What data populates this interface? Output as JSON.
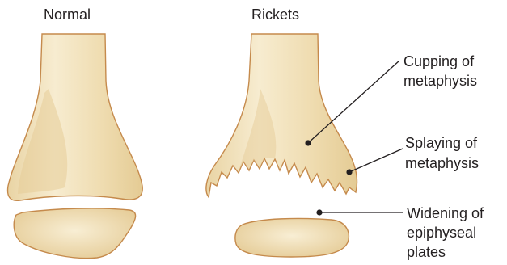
{
  "panels": {
    "normal": {
      "title": "Normal"
    },
    "rickets": {
      "title": "Rickets"
    }
  },
  "annotations": {
    "cupping": {
      "line1": "Cupping of",
      "line2": "metaphysis"
    },
    "splaying": {
      "line1": "Splaying of",
      "line2": "metaphysis"
    },
    "widening": {
      "line1": "Widening of",
      "line2": "epiphyseal",
      "line3": "plates"
    }
  },
  "colors": {
    "bone_fill": "#f3e3bd",
    "bone_shade": "#e7cf9b",
    "bone_outline": "#c58a4c",
    "text": "#231f20"
  }
}
